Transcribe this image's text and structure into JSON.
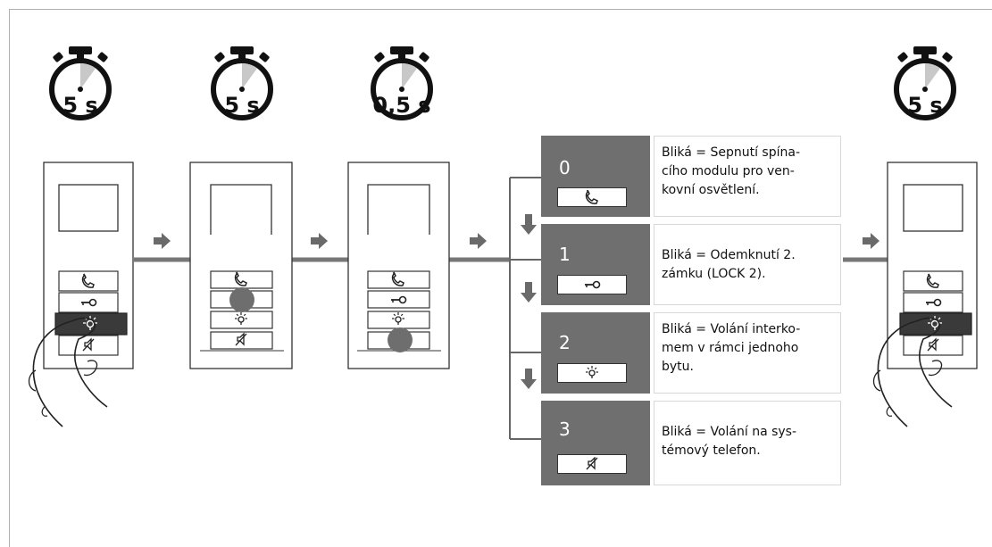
{
  "timers": [
    {
      "label": "5 s"
    },
    {
      "label": "5 s"
    },
    {
      "label": "0,5 s"
    },
    {
      "label": "5 s"
    }
  ],
  "modes": [
    {
      "number": "0",
      "button_icon": "phone-icon",
      "description": "Bliká = Sepnutí spína-\ncího modulu pro ven-\nkovní osvětlení."
    },
    {
      "number": "1",
      "button_icon": "key-icon",
      "description": "Bliká = Odemknutí 2.\nzámku (LOCK 2)."
    },
    {
      "number": "2",
      "button_icon": "light-icon",
      "description": "Bliká = Volání interko-\nmem v rámci jednoho\nbytu."
    },
    {
      "number": "3",
      "button_icon": "mute-icon",
      "description": "Bliká = Volání na sys-\ntémový telefon."
    }
  ],
  "colors": {
    "timer_wedge": "#c8c8c8",
    "mode_box": "#6f6f6f",
    "connector": "#777777",
    "highlight_button": "#3a3a3a"
  }
}
